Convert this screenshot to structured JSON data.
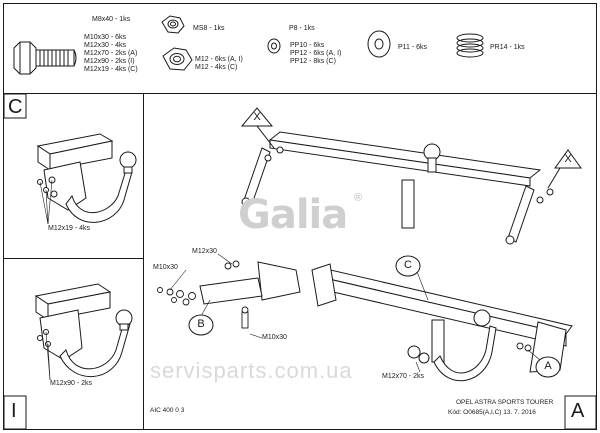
{
  "parts": {
    "bolt_m8x40": "M8x40 - 1ks",
    "bolt_list": [
      "M10x30 - 6ks",
      "M12x30 - 4ks",
      "M12x70 - 2ks (A)",
      "M12x90 - 2ks (I)",
      "M12x19 - 4ks (C)"
    ],
    "nut_ms8": "MS8 - 1ks",
    "nut_m12": [
      "M12 - 6ks (A, I)",
      "M12 - 4ks (C)"
    ],
    "washer_p8": "P8 - 1ks",
    "washer_pp_list": [
      "PP10 - 6ks",
      "PP12 - 6ks (A, I)",
      "PP12 - 8ks (C)"
    ],
    "washer_p11": "P11 - 6ks",
    "spring_pr14": "PR14 - 1ks"
  },
  "panels": {
    "c_letter": "C",
    "c_bolt_label": "M12x19 - 4ks",
    "i_letter": "I",
    "i_bolt_label": "M12x90 - 2ks",
    "a_letter": "A"
  },
  "main": {
    "callout_x": "X",
    "callout_b": "B",
    "callout_c": "C",
    "callout_a": "A",
    "label_m12x30": "M12x30",
    "label_m10x30_top": "M10x30",
    "label_m10x30_bottom": "M10x30",
    "label_m12x70": "M12x70 - 2ks",
    "brand": "Galia",
    "brand_mark": "®"
  },
  "footer": {
    "code_left": "AIC 400 0 3",
    "vehicle": "OPEL ASTRA SPORTS TOURER",
    "code_right": "Kód: O0685(A,I,C)  13. 7. 2016"
  },
  "watermark": "servisparts.com.ua"
}
